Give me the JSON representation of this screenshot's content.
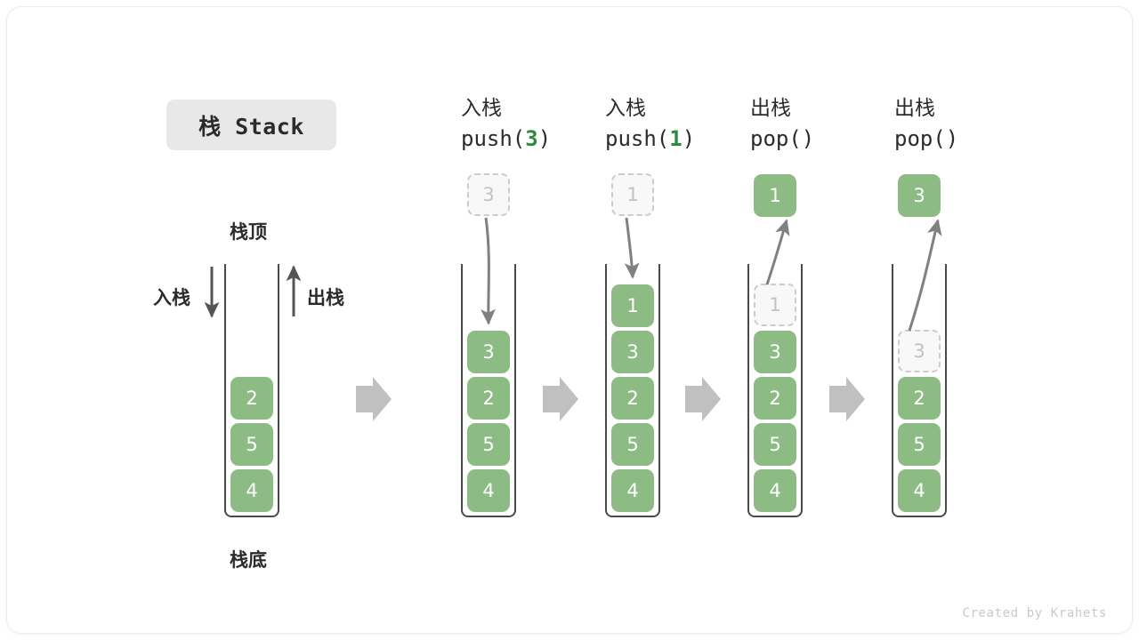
{
  "title_badge": {
    "label": "栈 Stack"
  },
  "labels": {
    "top": "栈顶",
    "bottom": "栈底",
    "push": "入栈",
    "pop": "出栈"
  },
  "watermark": "Created by Krahets",
  "colors": {
    "element_fill": "#8cbc83",
    "element_text": "#ffffff",
    "ghost_fill": "#f8f8f8",
    "ghost_text": "#c2c2c2",
    "ghost_border": "#cccccc",
    "container_stroke": "#4a4a4a",
    "flow_arrow": "#c0c0c0",
    "curve_arrow": "#808080",
    "badge_bg": "#e8e8e8",
    "accent_green": "#2e8b3d",
    "text": "#2b2b2b"
  },
  "columns": [
    {
      "id": "initial",
      "head_cn": "",
      "head_code_prefix": "",
      "head_code_arg": "",
      "head_code_suffix": "",
      "elements": [
        "2",
        "5",
        "4"
      ],
      "pending": null,
      "popped": null
    },
    {
      "id": "push-3",
      "head_cn": "入栈",
      "head_code_prefix": "push(",
      "head_code_arg": "3",
      "head_code_suffix": ")",
      "elements": [
        "3",
        "2",
        "5",
        "4"
      ],
      "pending": "3",
      "popped": null
    },
    {
      "id": "push-1",
      "head_cn": "入栈",
      "head_code_prefix": "push(",
      "head_code_arg": "1",
      "head_code_suffix": ")",
      "elements": [
        "1",
        "3",
        "2",
        "5",
        "4"
      ],
      "pending": "1",
      "popped": null
    },
    {
      "id": "pop-1",
      "head_cn": "出栈",
      "head_code_prefix": "pop(",
      "head_code_arg": "",
      "head_code_suffix": ")",
      "elements": [
        "3",
        "2",
        "5",
        "4"
      ],
      "pending": "1",
      "popped": "1"
    },
    {
      "id": "pop-3",
      "head_cn": "出栈",
      "head_code_prefix": "pop(",
      "head_code_arg": "",
      "head_code_suffix": ")",
      "elements": [
        "2",
        "5",
        "4"
      ],
      "pending": "3",
      "popped": "3"
    }
  ],
  "flow_arrows": 4
}
